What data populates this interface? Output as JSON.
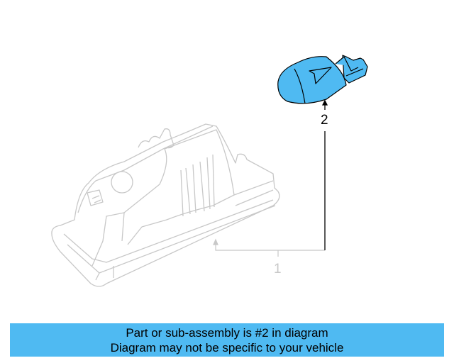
{
  "diagram": {
    "callouts": [
      {
        "number": "1",
        "part": "housing",
        "highlighted": false
      },
      {
        "number": "2",
        "part": "bulb",
        "highlighted": true
      }
    ],
    "highlight_color": "#4fbaf2",
    "dim_color": "#c8c8c8"
  },
  "banner": {
    "line1": "Part or sub-assembly is #2 in diagram",
    "line2": "Diagram may not be specific to your vehicle"
  }
}
